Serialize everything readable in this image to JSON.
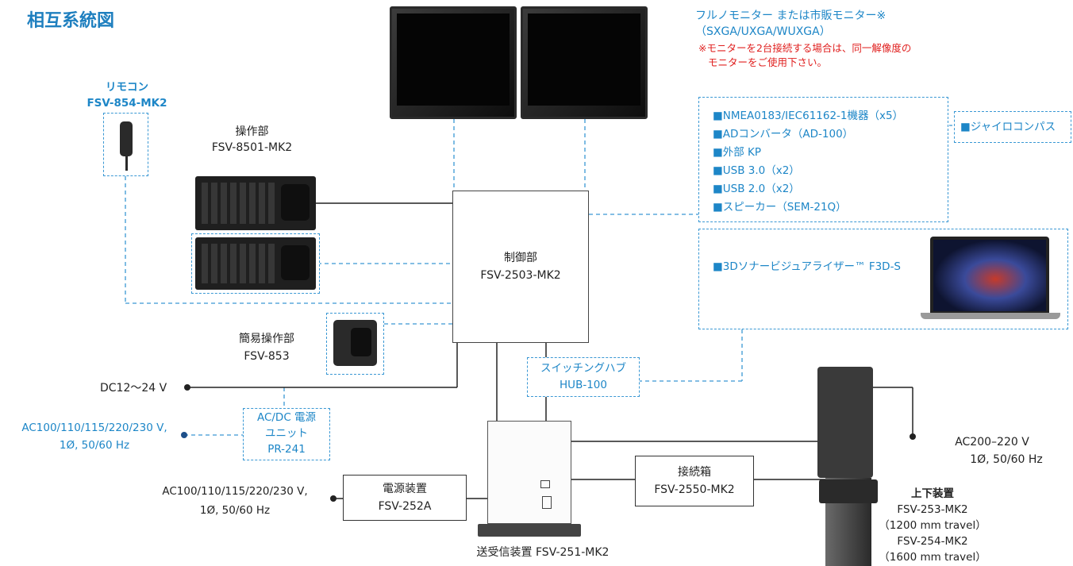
{
  "title": "相互系統図",
  "colors": {
    "accent": "#1d86c7",
    "note": "#e0201f",
    "title": "#1e7fbf"
  },
  "monitor": {
    "line1": "フルノモニター または市販モニター※",
    "line2": "（SXGA/UXGA/WUXGA）",
    "note1": "※モニターを2台接続する場合は、同一解像度の",
    "note2": "モニターをご使用下さい。"
  },
  "remote": {
    "name": "リモコン",
    "model": "FSV-854-MK2"
  },
  "operation": {
    "name": "操作部",
    "model": "FSV-8501-MK2"
  },
  "simple_op": {
    "name": "簡易操作部",
    "model": "FSV-853"
  },
  "control": {
    "name": "制御部",
    "model": "FSV-2503-MK2"
  },
  "external": {
    "items": [
      "■NMEA0183/IEC61162-1機器（x5）",
      "■ADコンバータ（AD-100）",
      "■外部 KP",
      "■USB 3.0（x2）",
      "■USB 2.0（x2）",
      "■スピーカー（SEM-21Q）"
    ],
    "gyro": "■ジャイロコンパス"
  },
  "visualizer": "■3Dソナービジュアライザー™ F3D-S",
  "dc_power": "DC12〜24 V",
  "ac_input": {
    "line1": "AC100/110/115/220/230 V,",
    "line2": "1Ø, 50/60 Hz"
  },
  "psu": {
    "line1": "AC/DC 電源",
    "line2": "ユニット",
    "line3": "PR-241"
  },
  "hub": {
    "name": "スイッチングハブ",
    "model": "HUB-100"
  },
  "ac_input2": {
    "line1": "AC100/110/115/220/230 V,",
    "line2": "1Ø, 50/60 Hz"
  },
  "power_unit": {
    "name": "電源装置",
    "model": "FSV-252A"
  },
  "transceiver": "送受信装置  FSV-251-MK2",
  "junction": {
    "name": "接続箱",
    "model": "FSV-2550-MK2"
  },
  "ac200": {
    "line1": "AC200–220 V",
    "line2": "1Ø, 50/60 Hz"
  },
  "hoist": {
    "name": "上下装置",
    "model1": "FSV-253-MK2",
    "travel1": "（1200 mm travel）",
    "model2": "FSV-254-MK2",
    "travel2": "（1600 mm travel）"
  }
}
